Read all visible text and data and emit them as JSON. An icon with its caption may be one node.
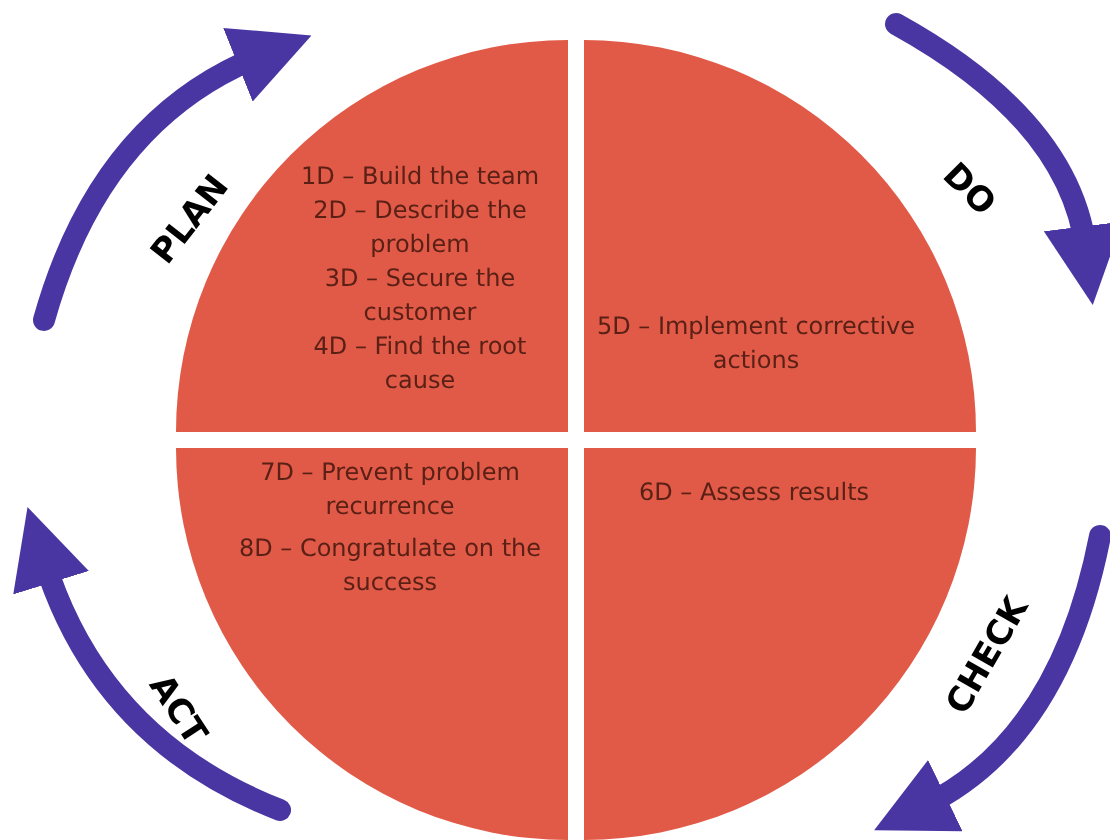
{
  "diagram": {
    "nodes": [
      {
        "text": [
          "1D – Build the team",
          "2D – Describe the problem",
          "3D – Secure the customer",
          "4D – Find the root cause"
        ]
      },
      {
        "text": [
          "5D – Implement corrective actions"
        ]
      },
      {
        "text": [
          "7D – Prevent problem recurrence",
          "8D – Congratulate on the success"
        ]
      },
      {
        "text": [
          "6D – Assess results"
        ]
      }
    ],
    "edges": [],
    "labels": [
      "PLAN",
      "DO",
      "CHECK",
      "ACT"
    ]
  }
}
